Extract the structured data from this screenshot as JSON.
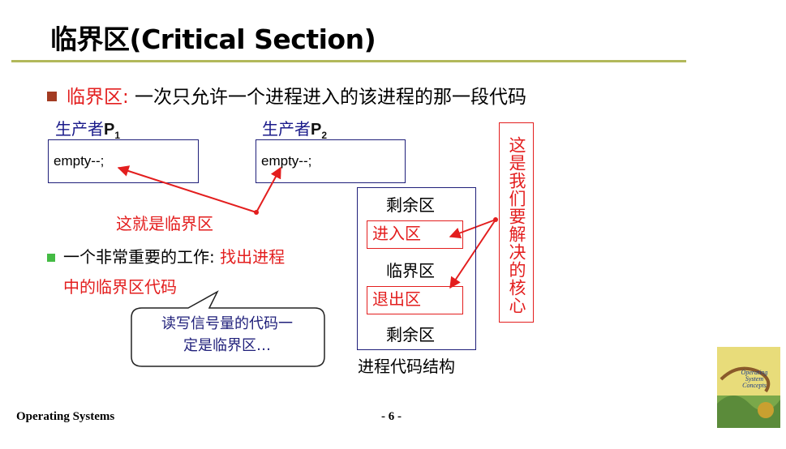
{
  "slide": {
    "title": "临界区(Critical Section)",
    "bullet1": {
      "term": "临界区:",
      "definition": " 一次只允许一个进程进入的该进程的那一段代码"
    },
    "producer1": {
      "name": "生产者",
      "p": "P",
      "sub": "1",
      "code": "empty--;"
    },
    "producer2": {
      "name": "生产者",
      "p": "P",
      "sub": "2",
      "code": "empty--;"
    },
    "critical_label": "这就是临界区",
    "bullet2": {
      "prefix": "一个非常重要的工作: ",
      "highlight1": "找出进程",
      "highlight2": "中的临界区代码"
    },
    "callout": {
      "line1": "读写信号量的代码一",
      "line2": "定是临界区…"
    },
    "process_structure": {
      "remainder_top": "剩余区",
      "entry": "进入区",
      "critical": "临界区",
      "exit": "退出区",
      "remainder_bottom": "剩余区",
      "caption": "进程代码结构"
    },
    "core_note": "这是我们要解决的核心",
    "footer": {
      "course": "Operating Systems",
      "page": "- 6 -"
    },
    "book_cover": {
      "title_lines": [
        "Operating",
        "System",
        "Concepts"
      ]
    },
    "colors": {
      "accent_red": "#e31e1e",
      "rule_olive": "#b2b85a",
      "navy": "#1f1f7a",
      "bullet_brown": "#a33b22",
      "bullet_green": "#44bb44"
    }
  }
}
